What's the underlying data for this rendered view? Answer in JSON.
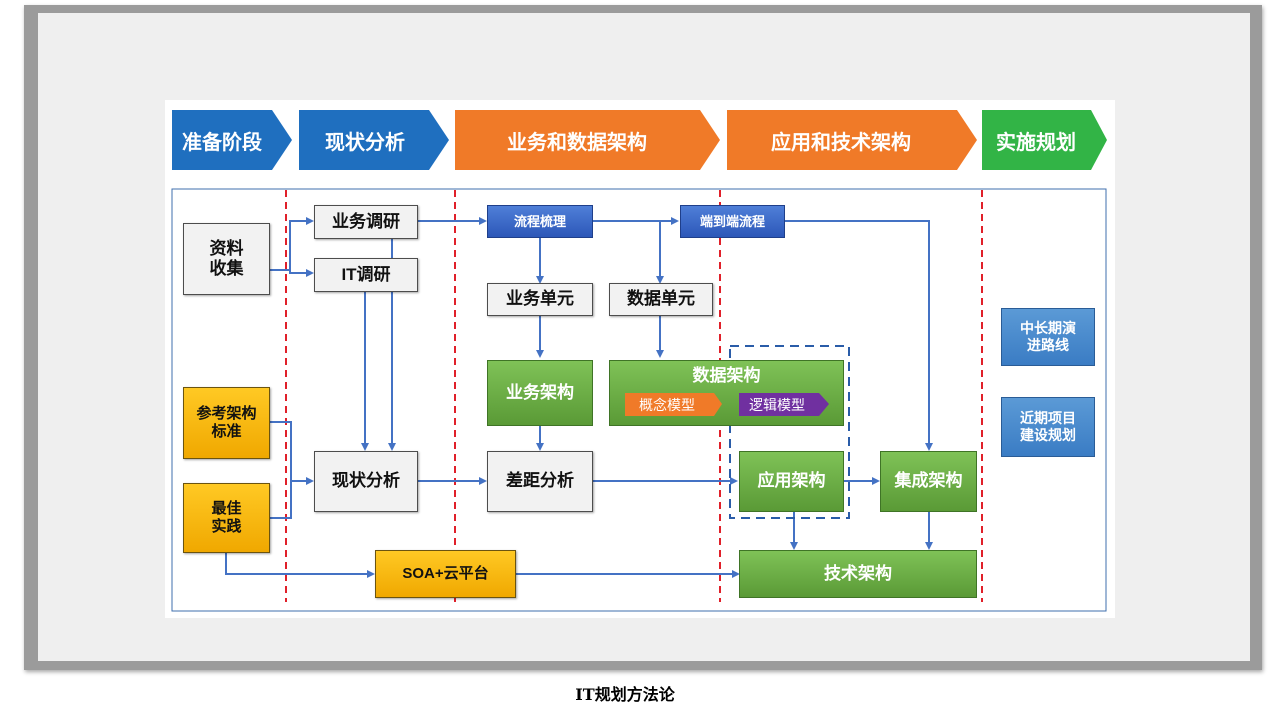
{
  "phases": [
    {
      "label": "准备阶段",
      "color": "#1f6fbf"
    },
    {
      "label": "现状分析",
      "color": "#1f6fbf"
    },
    {
      "label": "业务和数据架构",
      "color": "#f07a28"
    },
    {
      "label": "应用和技术架构",
      "color": "#f07a28"
    },
    {
      "label": "实施规划",
      "color": "#32b446"
    }
  ],
  "boxes": {
    "data_collection": "资料\n收集",
    "business_research": "业务调研",
    "it_research": "IT调研",
    "reference_arch": "参考架构\n标准",
    "best_practice": "最佳\n实践",
    "current_analysis": "现状分析",
    "process_review": "流程梳理",
    "e2e_process": "端到端流程",
    "business_unit": "业务单元",
    "data_unit": "数据单元",
    "business_arch": "业务架构",
    "data_arch": "数据架构",
    "conceptual_model": "概念模型",
    "logical_model": "逻辑模型",
    "gap_analysis": "差距分析",
    "app_arch": "应用架构",
    "integration_arch": "集成架构",
    "tech_arch": "技术架构",
    "soa_cloud": "SOA+云平台",
    "roadmap": "中长期演\n进路线",
    "near_term": "近期项目\n建设规划"
  },
  "colors": {
    "phase_blue": "#1f6fbf",
    "phase_orange": "#f07a28",
    "phase_green": "#32b446",
    "divider_red": "#e0202a",
    "connector_blue": "#4472c4"
  },
  "caption": "IT规划方法论"
}
